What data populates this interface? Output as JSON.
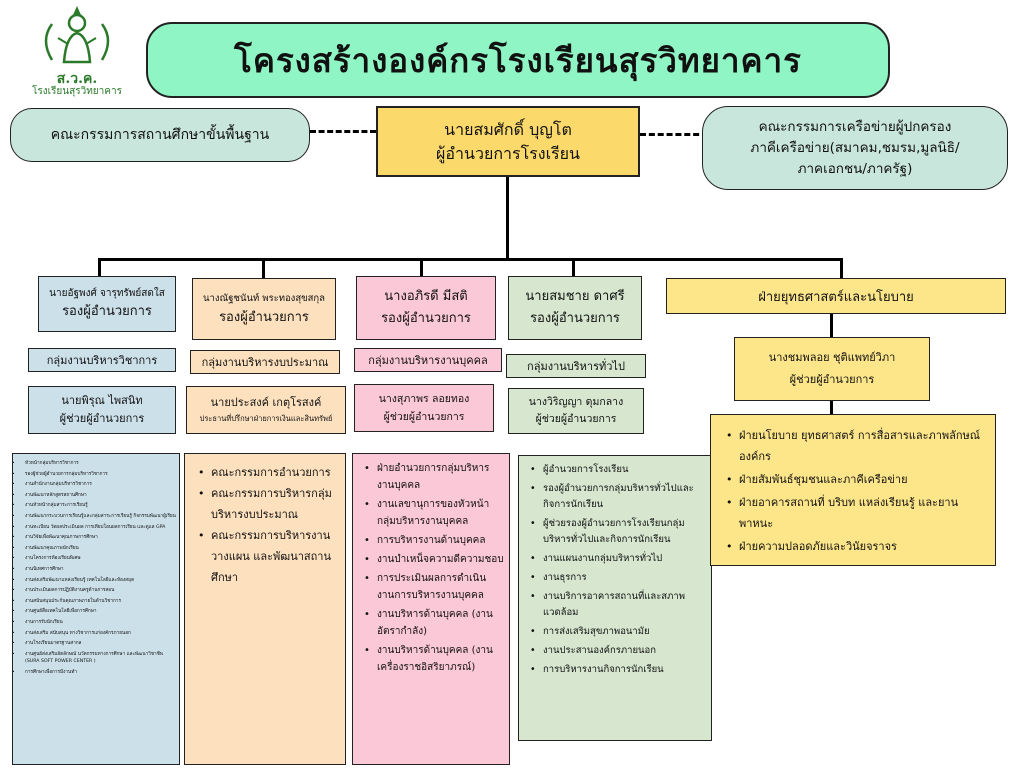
{
  "logo": {
    "seal_text": "ส.ว.ค.",
    "school_name": "โรงเรียนสุรวิทยาคาร"
  },
  "title": "โครงสร้างองค์กรโรงเรียนสุรวิทยาคาร",
  "colors": {
    "title_bg": "#8ff5c4",
    "director_bg": "#fcd96b",
    "committee_bg": "#c9e6dc",
    "blue": "#cce0ea",
    "orange": "#fde1bf",
    "pink": "#fbc8d8",
    "green": "#d6e6cf",
    "yellow": "#fde68a",
    "logo_green": "#2a7a2a"
  },
  "director": {
    "name": "นายสมศักดิ์  บุญโต",
    "position": "ผู้อำนวยการโรงเรียน"
  },
  "committee_left": "คณะกรรมการสถานศึกษาขั้นพื้นฐาน",
  "committee_right": {
    "line1": "คณะกรรมการเครือข่ายผู้ปกครอง",
    "line2": "ภาคีเครือข่าย(สมาคม,ชมรม,มูลนิธิ/",
    "line3": "ภาคเอกชน/ภาครัฐ)"
  },
  "columns": {
    "academic": {
      "deputy_name": "นายอัฐพงศ์ จารุทรัพย์สดใส",
      "deputy_position": "รองผู้อำนวยการ",
      "group": "กลุ่มงานบริหารวิชาการ",
      "assistant_name": "นายพิรุณ  ไพสนิท",
      "assistant_position": "ผู้ช่วยผู้อำนวยการ",
      "tasks": [
        "หัวหน้ากลุ่มบริหารวิชาการ",
        "รองผู้ช่วยผู้อำนวยการกลุ่มบริหารวิชาการ",
        "งานสำนักงานกลุ่มบริหารวิชาการ",
        "งานพัฒนาหลักสูตรสถานศึกษา",
        "งานหัวหน้ากลุ่มสาระการเรียนรู้",
        "งานพัฒนากระบวนการเรียนรู้และกลุ่มสาระการเรียนรู้ กิจกรรมพัฒนาผู้เรียน",
        "งานทะเบียน วัดผลประเมินผล การเทียบโอนผลการเรียน และดูแล GPA",
        "งานวิจัยเพื่อพัฒนาคุณภาพการศึกษา",
        "งานพัฒนาคุณภาพนักเรียน",
        "งานโครงการห้องเรียนพิเศษ",
        "งานนิเทศการศึกษา",
        "งานส่งเสริมพัฒนาแหล่งเรียนรู้ เทคโนโลยีและห้องสมุด",
        "งานประเมินผลการปฏิบัติงานครูด้านการสอน",
        "งานสนับสนุนประกันคุณภาพภายในด้านวิชาการ",
        "งานศูนย์สื่อเทคโนโลยีเพื่อการศึกษา",
        "งานการรับนักเรียน",
        "งานส่งเสริม สนับสนุน ทางวิชาการแก่องค์กรภายนอก",
        "งานโรงเรียนมาตรฐานสากล",
        "งานศูนย์ส่งเสริมอัตลักษณ์ นวัตกรรมทางการศึกษา และพัฒนาวิชาชีพ (SURA SOFT POWER CENTER )",
        "การศึกษาเพื่อการมีงานทำ"
      ]
    },
    "budget": {
      "deputy_name": "นางณัฐชนันท์ พระทองสุขสกุล",
      "deputy_position": "รองผู้อำนวยการ",
      "group": "กลุ่มงานบริหารงบประมาณ",
      "assistant_name": "นายประสงค์ เกตุโรสงค์",
      "assistant_position": "ประธานที่ปรึกษาฝ่ายการเงินและสินทรัพย์",
      "tasks": [
        "คณะกรรมการอำนวยการ",
        "คณะกรรมการบริหารกลุ่มบริหารงบประมาณ",
        "คณะกรรมการบริหารงานวางแผน และพัฒนาสถานศึกษา"
      ]
    },
    "personnel": {
      "deputy_name": "นางอภิรดี  มีสติ",
      "deputy_position": "รองผู้อำนวยการ",
      "group": "กลุ่มงานบริหารงานบุคคล",
      "assistant_name": "นางสุภาพร  ลอยทอง",
      "assistant_position": "ผู้ช่วยผู้อำนวยการ",
      "tasks": [
        "ฝ่ายอำนวยการกลุ่มบริหารงานบุคคล",
        "งานเลขานุการของหัวหน้ากลุ่มบริหารงานบุคคล",
        "การบริหารงานด้านบุคคล",
        "งานบำเหน็จความดีความชอบ",
        "การประเมินผลการดำเนินงานการบริหารงานบุคคล",
        "งานบริหารด้านบุคคล (งานอัตรากำลัง)",
        "งานบริหารด้านบุคคล (งานเครื่องราชอิสริยาภรณ์)"
      ]
    },
    "general": {
      "deputy_name": "นายสมชาย  ดาศรี",
      "deputy_position": "รองผู้อำนวยการ",
      "group": "กลุ่มงานบริหารทั่วไป",
      "assistant_name": "นางวิริญญา  ดุมกลาง",
      "assistant_position": "ผู้ช่วยผู้อำนวยการ",
      "tasks": [
        "ผู้อำนวยการโรงเรียน",
        "รองผู้อำนวยการกลุ่มบริหารทั่วไปและกิจการนักเรียน",
        "ผู้ช่วยรองผู้อำนวยการโรงเรียนกลุ่มบริหารทั่วไปและกิจการนักเรียน",
        "งานแผนงานกลุ่มบริหารทั่วไป",
        "งานธุรการ",
        "งานบริการอาคารสถานที่และสภาพแวดล้อม",
        "การส่งเสริมสุขภาพอนามัย",
        "งานประสานองค์กรภายนอก",
        "การบริหารงานกิจการนักเรียน"
      ]
    },
    "strategy": {
      "header": "ฝ่ายยุทธศาสตร์และนโยบาย",
      "assistant_name": "นางชมพลอย  ชุติแพทย์วิภา",
      "assistant_position": "ผู้ช่วยผู้อำนวยการ",
      "tasks": [
        "ฝ่ายนโยบาย ยุทธศาสตร์ การสื่อสารและภาพลักษณ์องค์กร",
        "ฝ่ายสัมพันธ์ชุมชนและภาคีเครือข่าย",
        "ฝ่ายอาคารสถานที่ บริบท แหล่งเรียนรู้ และยานพาหนะ",
        "ฝ่ายความปลอดภัยและวินัยจราจร"
      ]
    }
  }
}
